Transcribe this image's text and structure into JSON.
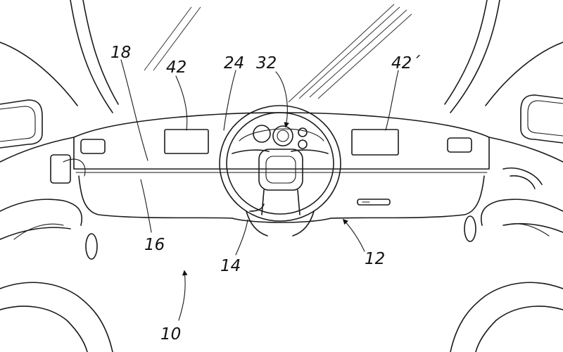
{
  "figure": {
    "labels": {
      "l18": "18",
      "l42": "42",
      "l24": "24",
      "l32": "32",
      "l42p": "42´",
      "l16": "16",
      "l14": "14",
      "l12": "12",
      "l10": "10"
    }
  }
}
